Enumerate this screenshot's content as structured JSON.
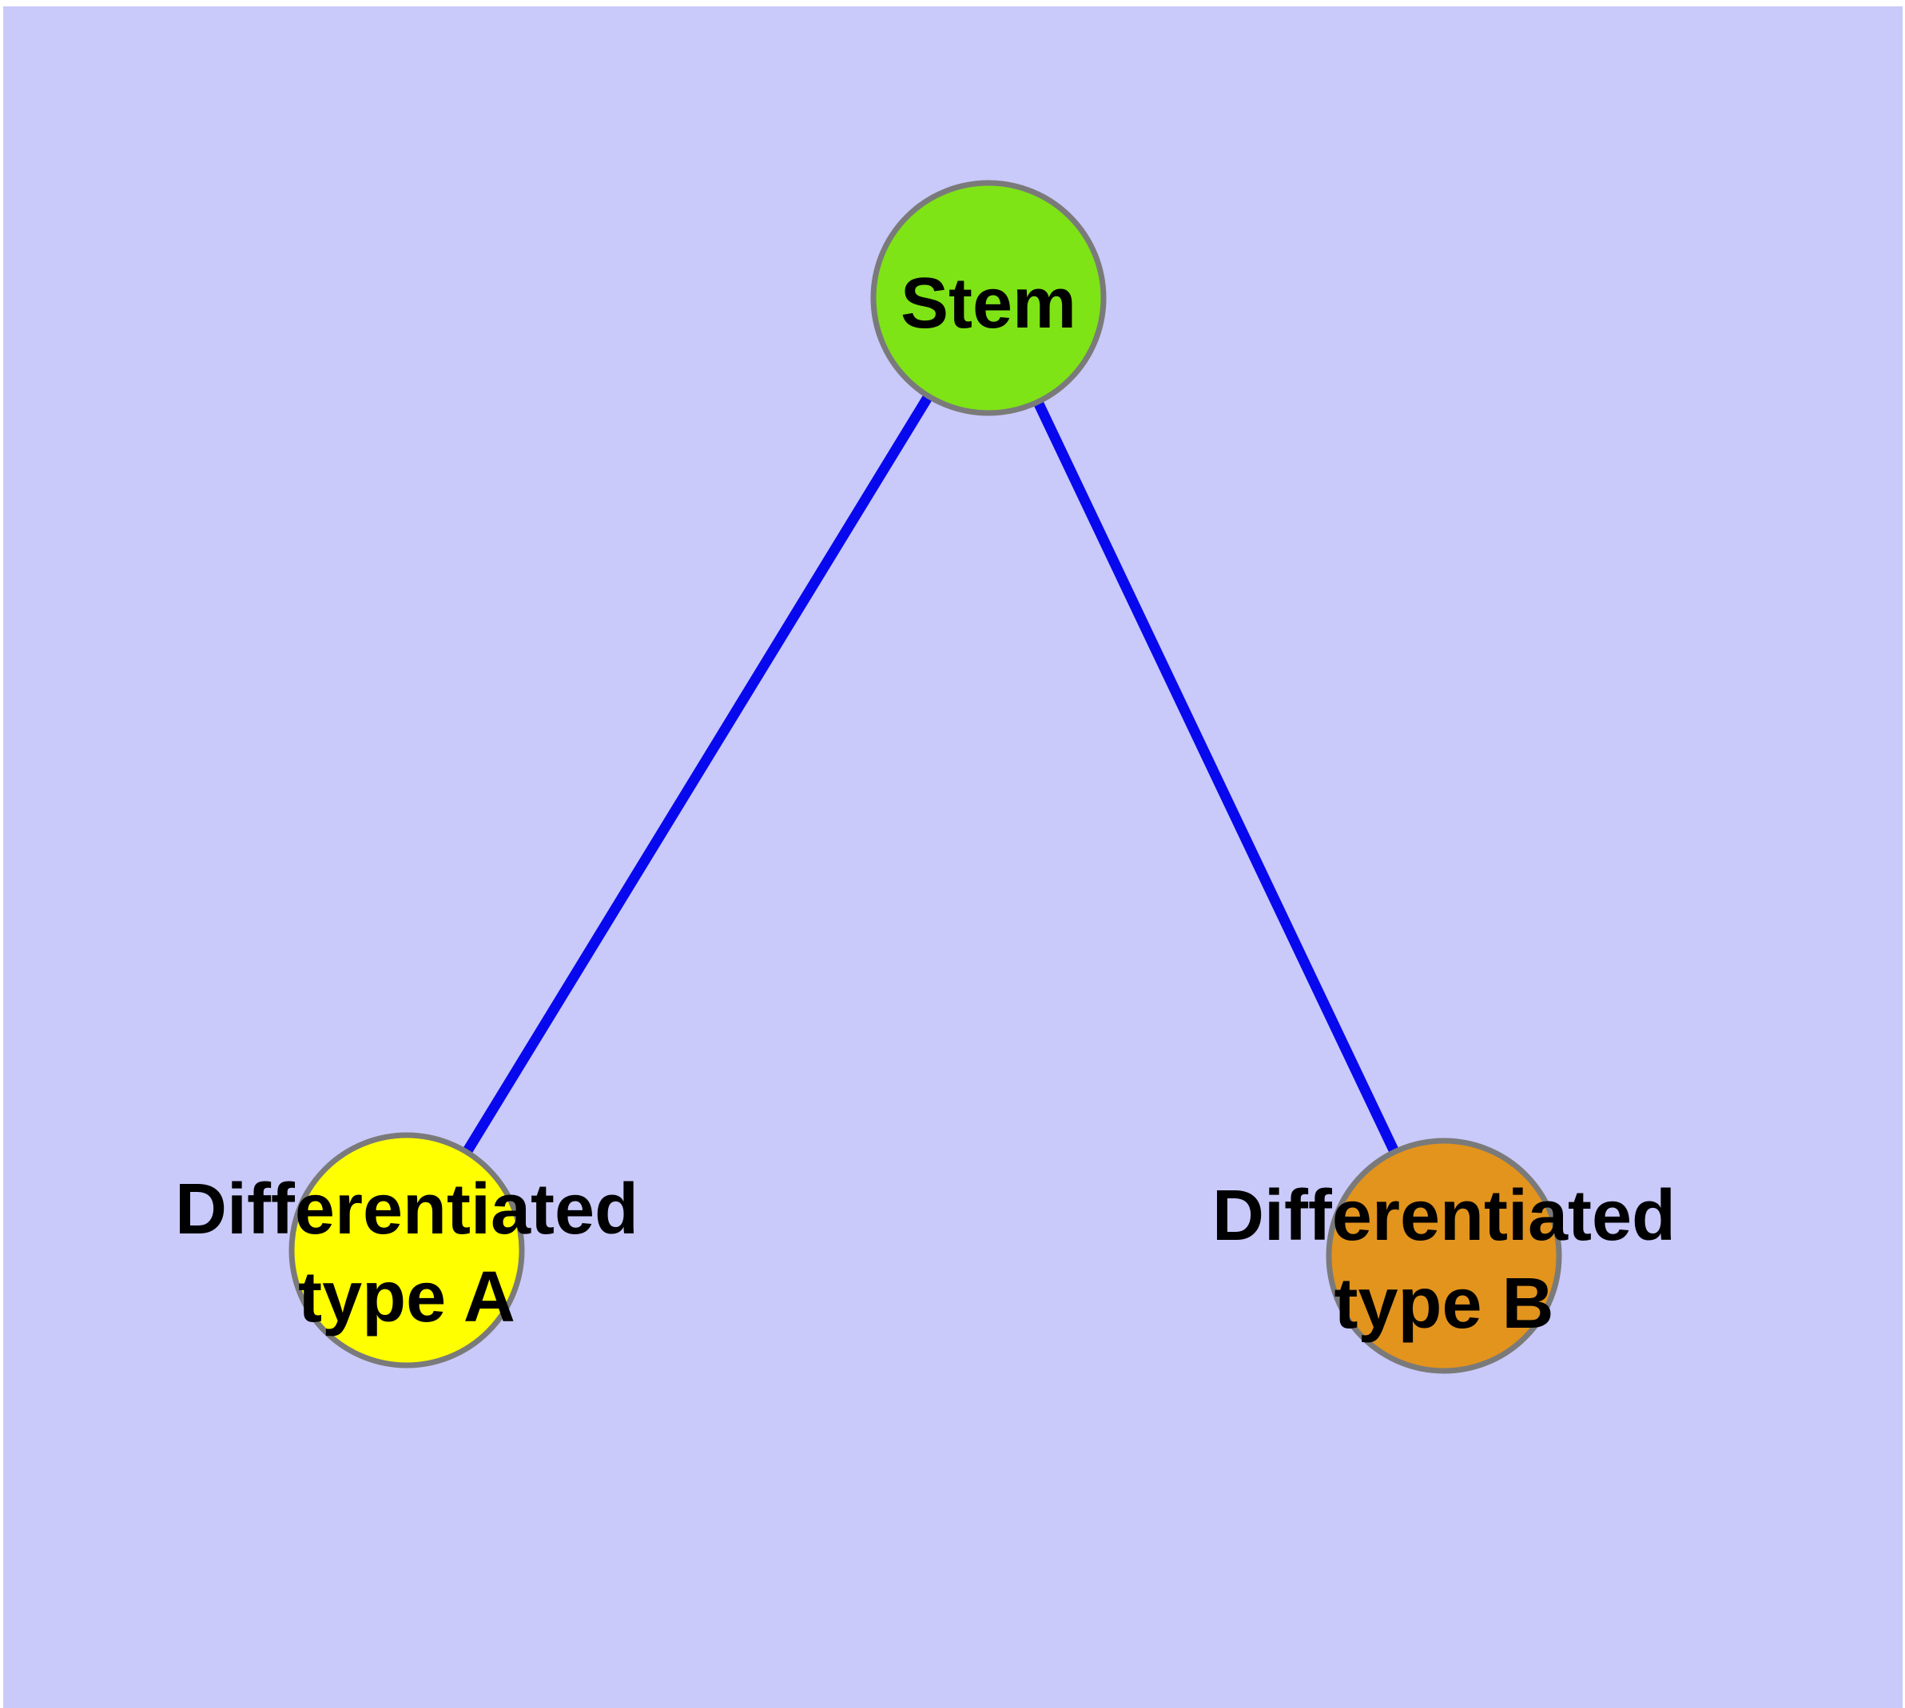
{
  "diagram": {
    "type": "node-link-graph",
    "background_color": "#C9C9FA",
    "margin_color": "#FFFFFF",
    "edge_color": "#0808EE",
    "node_border_color": "#7A7A7A",
    "label_color": "#000000"
  },
  "nodes": {
    "stem": {
      "label": "Stem",
      "color": "#7EE416"
    },
    "type_a": {
      "label": "Differentiated type A",
      "label_line1": "Differentiated",
      "label_line2": "type A",
      "color": "#FFFF00"
    },
    "type_b": {
      "label": "Differentiated type B",
      "label_line1": "Differentiated",
      "label_line2": "type B",
      "color": "#E2941D"
    }
  },
  "edges": [
    {
      "from": "Stem",
      "to": "Differentiated type A"
    },
    {
      "from": "Stem",
      "to": "Differentiated type B"
    }
  ]
}
